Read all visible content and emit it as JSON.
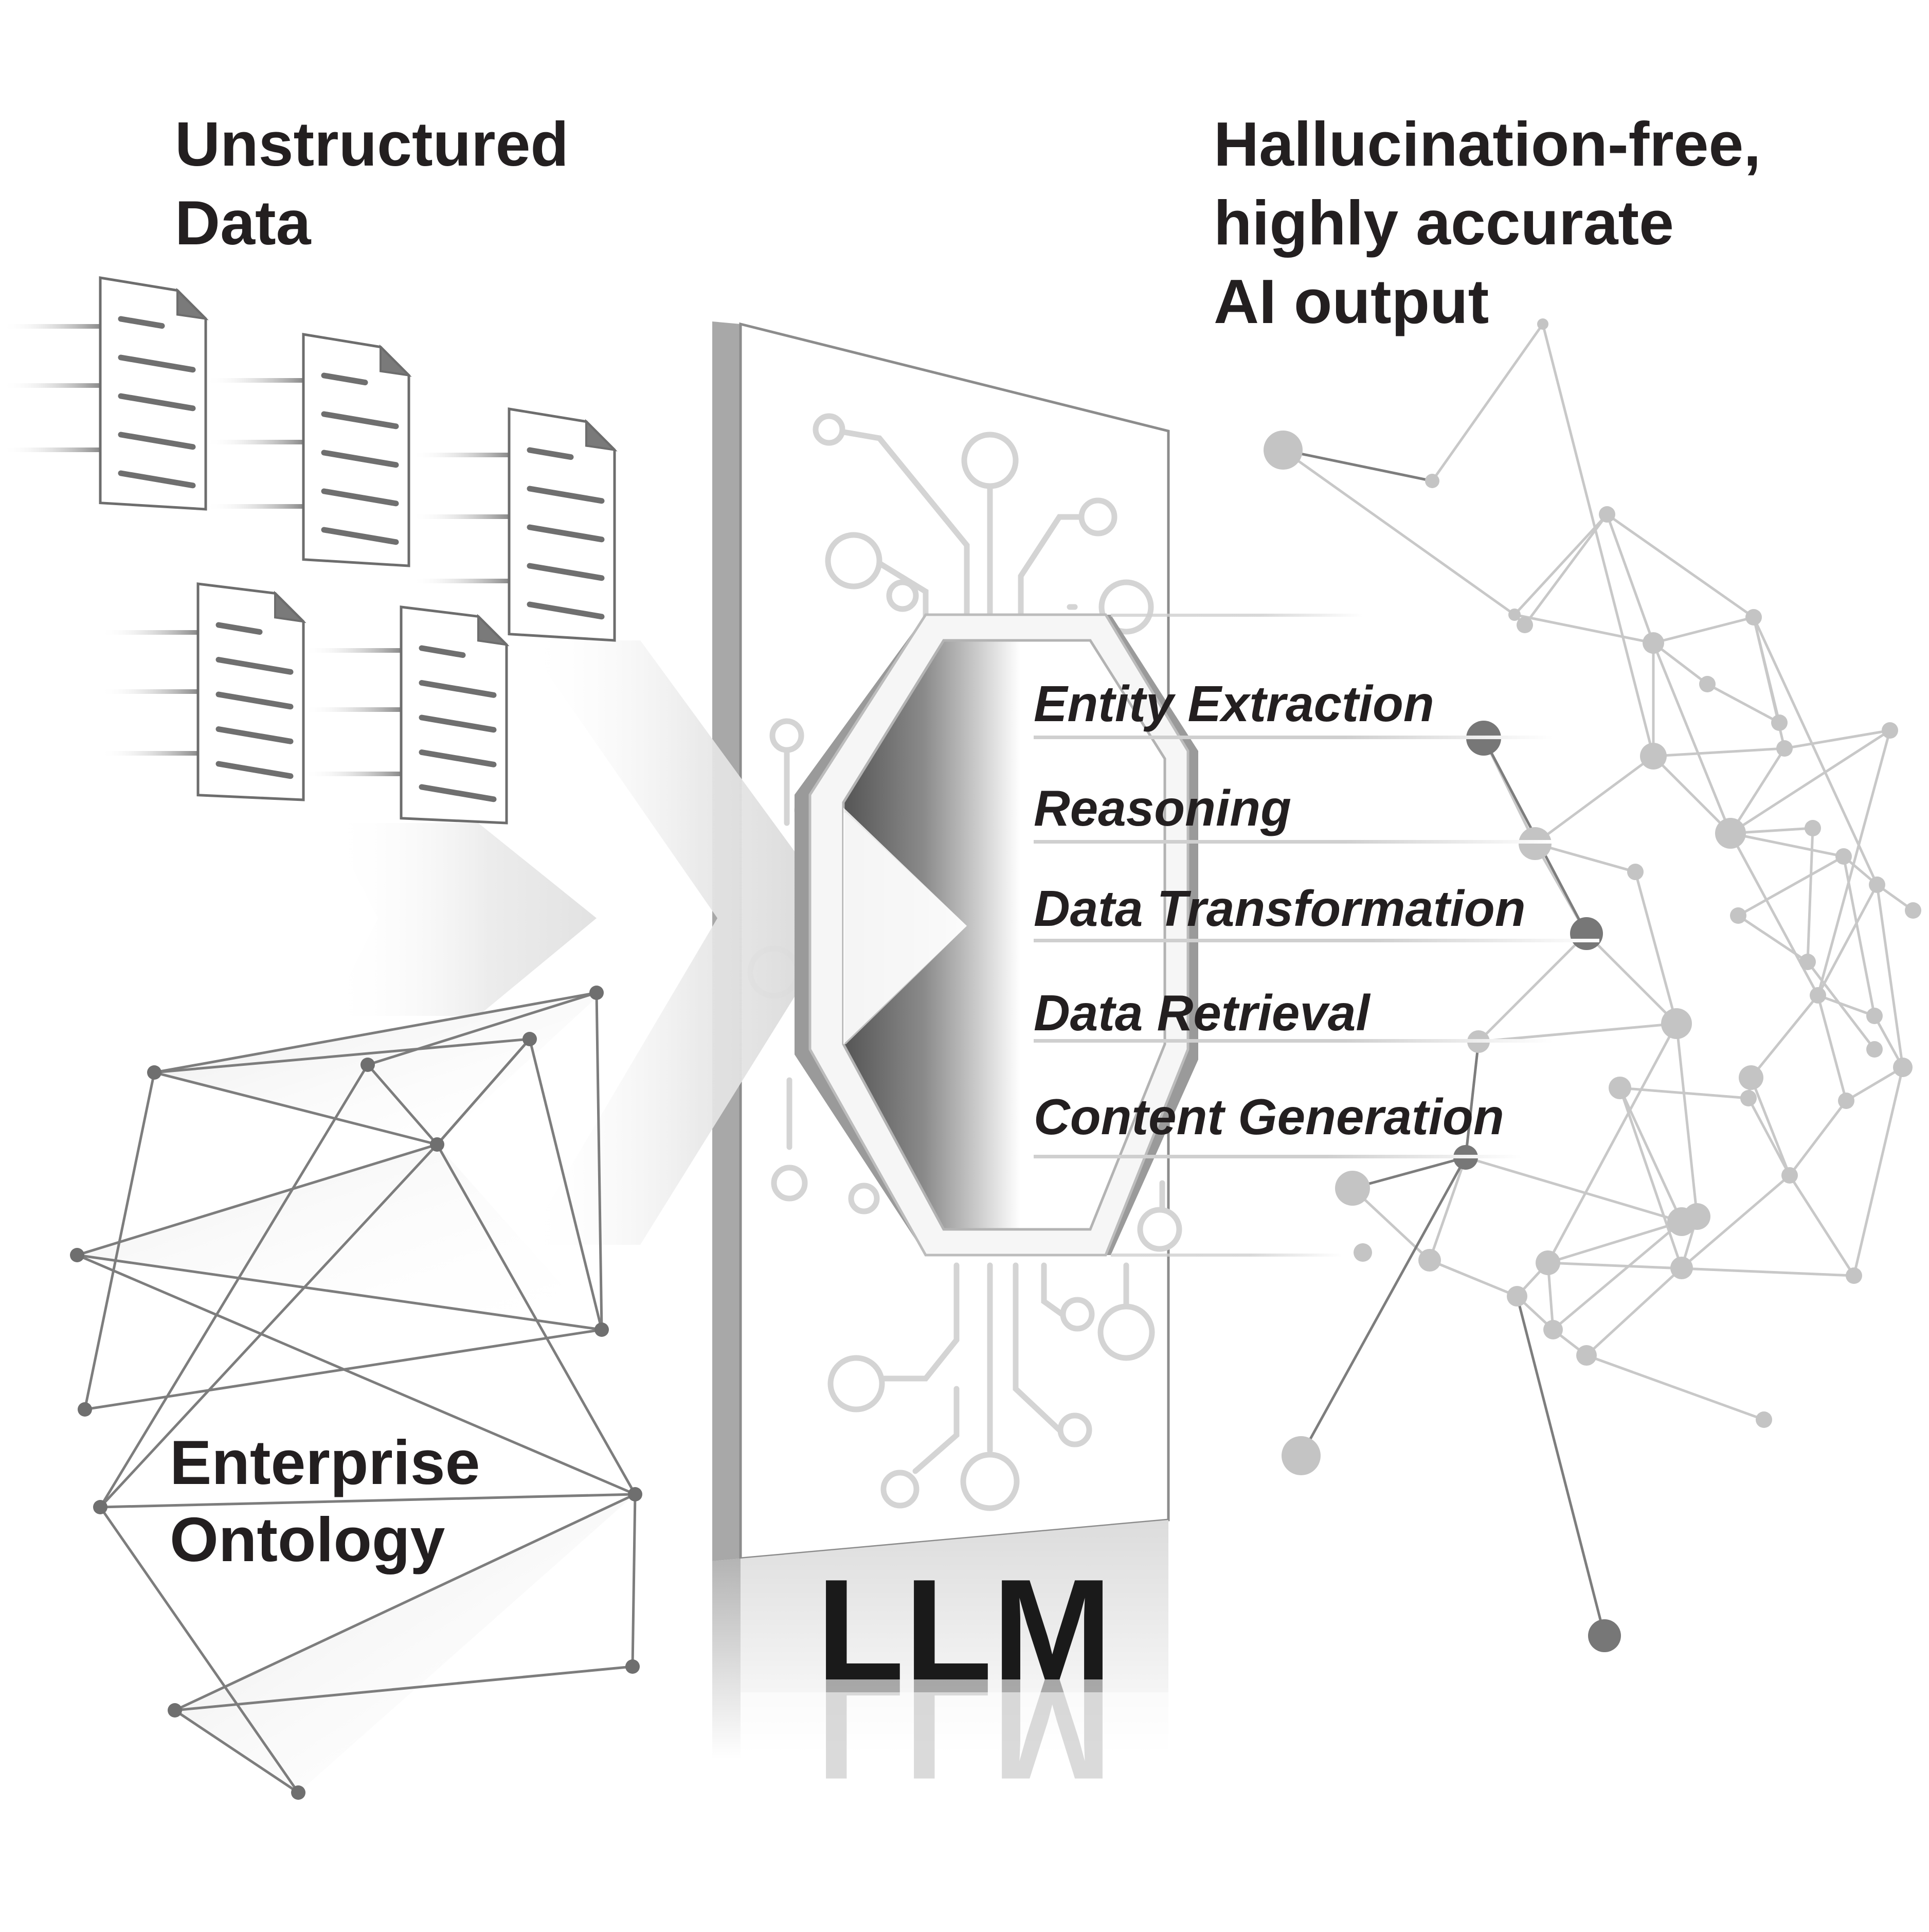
{
  "labels": {
    "unstructured_line1": "Unstructured",
    "unstructured_line2": "Data",
    "output_line1": "Hallucination-free,",
    "output_line2": "highly accurate",
    "output_line3": "AI output",
    "ontology_line1": "Enterprise",
    "ontology_line2": "Ontology",
    "llm": "LLM"
  },
  "capabilities": [
    "Entity Extraction",
    "Reasoning",
    "Data Transformation",
    "Data Retrieval",
    "Content Generation"
  ],
  "colors": {
    "text": "#231f20",
    "line_dark": "#7d7d7d",
    "line_light": "#c8c8c8",
    "node_dark": "#6f6f6f",
    "node_light": "#c4c4c4"
  }
}
